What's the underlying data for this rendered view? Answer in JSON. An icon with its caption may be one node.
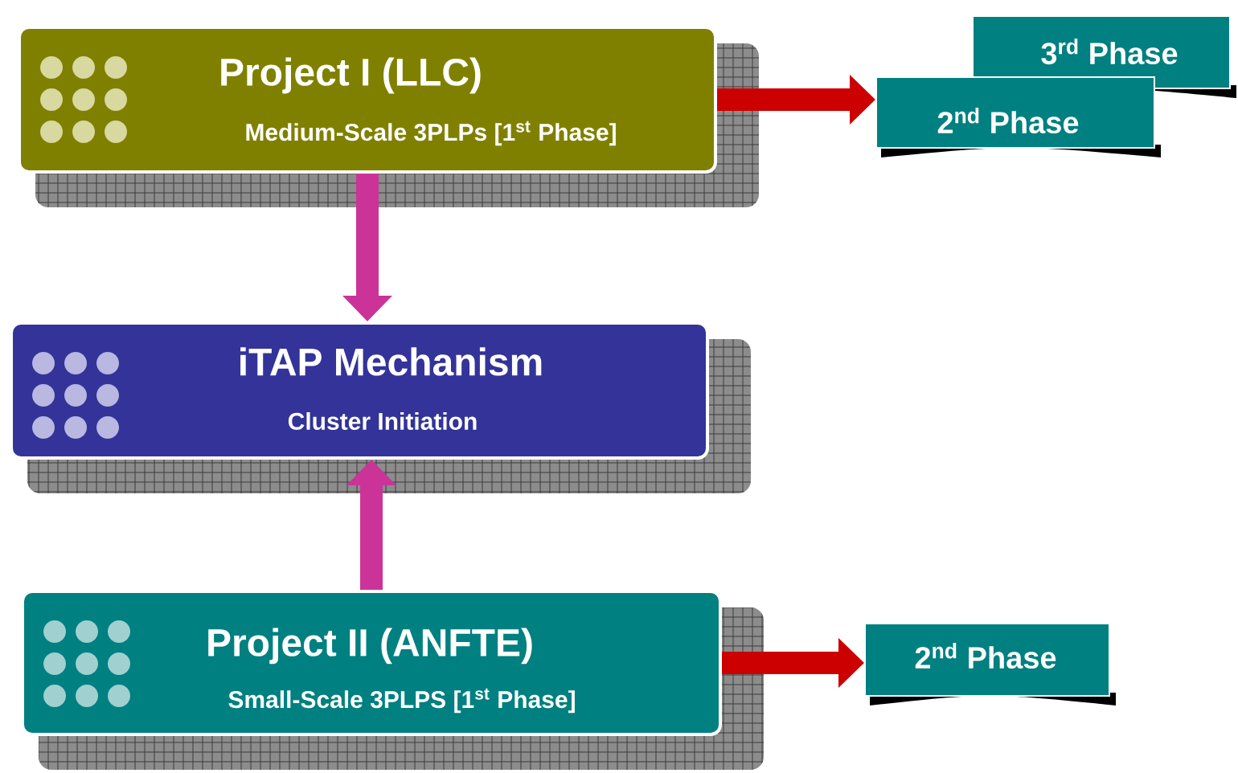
{
  "diagram": {
    "nodes": [
      {
        "text": [
          "Project I (LLC)",
          "Medium-Scale 3PLPs [1$^{st}$ Phase]"
        ]
      },
      {
        "text": [
          "iTAP Mechanism",
          "Cluster Initiation"
        ]
      },
      {
        "text": [
          "Project II (ANFTE)",
          "Small-Scale 3PLPS [1$^{st}$ Phase]"
        ]
      },
      {
        "text": [
          "3$^{rd}$ Phase"
        ]
      },
      {
        "text": [
          "2$^{nd}$ Phase"
        ]
      },
      {
        "text": [
          "2$^{nd}$ Phase"
        ]
      }
    ],
    "edges": [
      {
        "from": 0,
        "to": 1,
        "arrow": "to",
        "color": "#cc3399"
      },
      {
        "from": 2,
        "to": 1,
        "arrow": "to",
        "color": "#cc3399"
      },
      {
        "from": 0,
        "to": 4,
        "arrow": "to",
        "color": "#cc0000"
      },
      {
        "from": 2,
        "to": 5,
        "arrow": "to",
        "color": "#cc0000"
      }
    ]
  }
}
